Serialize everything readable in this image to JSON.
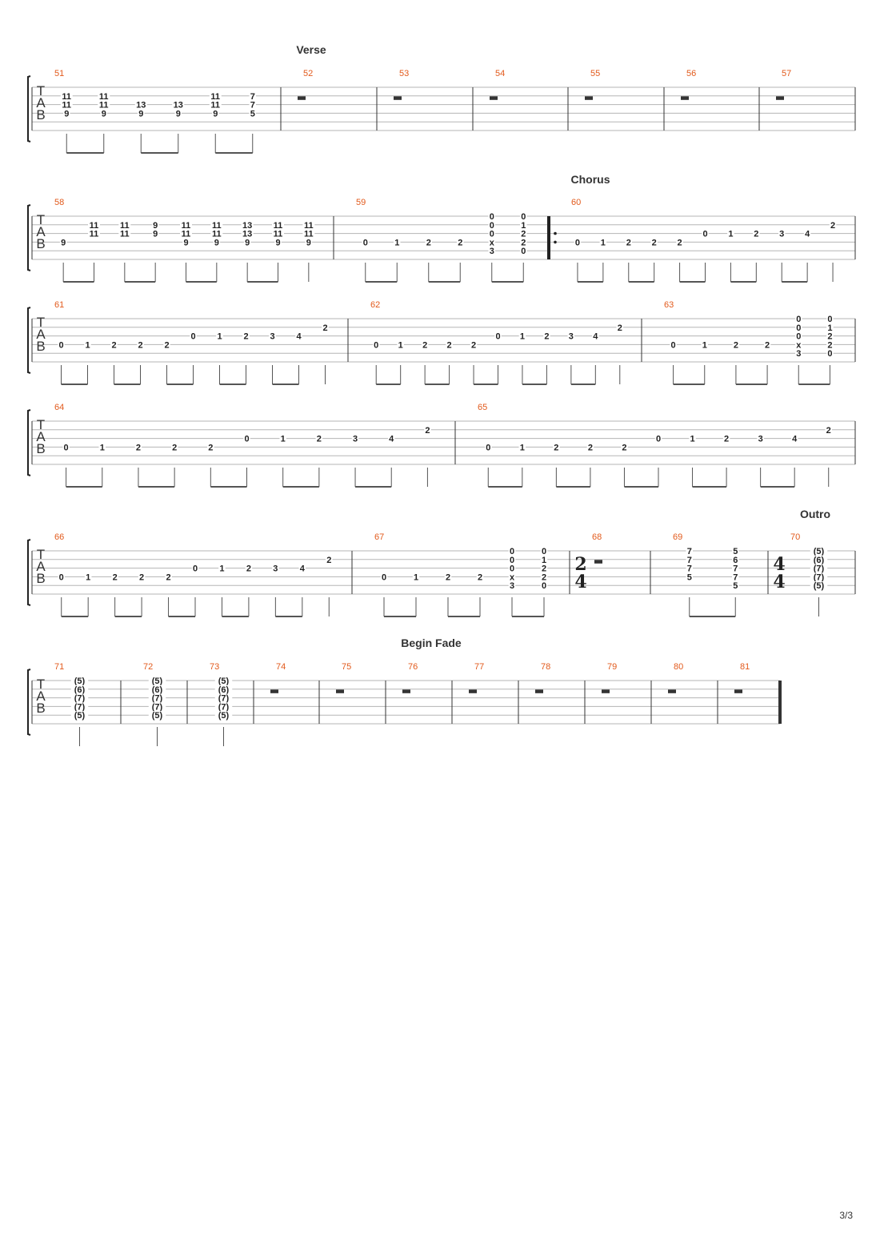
{
  "tab_letters": [
    "T",
    "A",
    "B"
  ],
  "colors": {
    "staff_line": "#b5b5b5",
    "ink": "#222222",
    "measure_number": "#e25a1c"
  },
  "sections": [
    "Verse",
    "Chorus",
    "Outro",
    "Begin Fade"
  ],
  "page_number": "3/3",
  "systems": [
    {
      "section": "Verse",
      "measures": [
        {
          "number": "51",
          "notes": [
            {
              "string": 2,
              "fret": "11"
            },
            {
              "string": 3,
              "fret": "11"
            },
            {
              "string": 4,
              "fret": "9"
            },
            {
              "string": 2,
              "fret": "11"
            },
            {
              "string": 3,
              "fret": "11"
            },
            {
              "string": 4,
              "fret": "9"
            },
            {
              "string": 3,
              "fret": "13"
            },
            {
              "string": 4,
              "fret": "9"
            },
            {
              "string": 3,
              "fret": "13"
            },
            {
              "string": 4,
              "fret": "9"
            },
            {
              "string": 2,
              "fret": "11"
            },
            {
              "string": 3,
              "fret": "11"
            },
            {
              "string": 4,
              "fret": "9"
            },
            {
              "string": 2,
              "fret": "7"
            },
            {
              "string": 3,
              "fret": "7"
            },
            {
              "string": 4,
              "fret": "5"
            }
          ]
        },
        {
          "number": "52",
          "rest": true
        },
        {
          "number": "53",
          "rest": true
        },
        {
          "number": "54",
          "rest": true
        },
        {
          "number": "55",
          "rest": true
        },
        {
          "number": "56",
          "rest": true
        },
        {
          "number": "57",
          "rest": true
        }
      ]
    },
    {
      "section": "Chorus",
      "measures": [
        {
          "number": "58",
          "notes": [
            {
              "string": 4,
              "fret": "9"
            },
            {
              "string": 2,
              "fret": "11"
            },
            {
              "string": 3,
              "fret": "11"
            },
            {
              "string": 2,
              "fret": "11"
            },
            {
              "string": 3,
              "fret": "11"
            },
            {
              "string": 2,
              "fret": "9"
            },
            {
              "string": 3,
              "fret": "9"
            },
            {
              "string": 2,
              "fret": "11"
            },
            {
              "string": 3,
              "fret": "11"
            },
            {
              "string": 4,
              "fret": "9"
            },
            {
              "string": 2,
              "fret": "11"
            },
            {
              "string": 3,
              "fret": "11"
            },
            {
              "string": 4,
              "fret": "9"
            },
            {
              "string": 2,
              "fret": "13"
            },
            {
              "string": 3,
              "fret": "13"
            },
            {
              "string": 4,
              "fret": "9"
            },
            {
              "string": 2,
              "fret": "11"
            },
            {
              "string": 3,
              "fret": "11"
            },
            {
              "string": 4,
              "fret": "9"
            },
            {
              "string": 2,
              "fret": "11"
            },
            {
              "string": 3,
              "fret": "11"
            },
            {
              "string": 4,
              "fret": "9"
            }
          ]
        },
        {
          "number": "59",
          "notes": [
            {
              "string": 4,
              "fret": "0"
            },
            {
              "string": 4,
              "fret": "1"
            },
            {
              "string": 4,
              "fret": "2"
            },
            {
              "string": 4,
              "fret": "2"
            },
            {
              "string": 1,
              "fret": "0"
            },
            {
              "string": 2,
              "fret": "0"
            },
            {
              "string": 3,
              "fret": "0"
            },
            {
              "string": 4,
              "fret": "x"
            },
            {
              "string": 5,
              "fret": "3"
            },
            {
              "string": 1,
              "fret": "0"
            },
            {
              "string": 2,
              "fret": "1"
            },
            {
              "string": 3,
              "fret": "2"
            },
            {
              "string": 4,
              "fret": "2"
            },
            {
              "string": 5,
              "fret": "0"
            }
          ]
        },
        {
          "number": "60",
          "notes": [
            {
              "string": 4,
              "fret": "0"
            },
            {
              "string": 4,
              "fret": "1"
            },
            {
              "string": 4,
              "fret": "2"
            },
            {
              "string": 4,
              "fret": "2"
            },
            {
              "string": 4,
              "fret": "2"
            },
            {
              "string": 3,
              "fret": "0"
            },
            {
              "string": 3,
              "fret": "1"
            },
            {
              "string": 3,
              "fret": "2"
            },
            {
              "string": 3,
              "fret": "3"
            },
            {
              "string": 3,
              "fret": "4"
            },
            {
              "string": 2,
              "fret": "2"
            }
          ]
        }
      ]
    },
    {
      "measures": [
        {
          "number": "61",
          "notes": [
            {
              "string": 4,
              "fret": "0"
            },
            {
              "string": 4,
              "fret": "1"
            },
            {
              "string": 4,
              "fret": "2"
            },
            {
              "string": 4,
              "fret": "2"
            },
            {
              "string": 4,
              "fret": "2"
            },
            {
              "string": 3,
              "fret": "0"
            },
            {
              "string": 3,
              "fret": "1"
            },
            {
              "string": 3,
              "fret": "2"
            },
            {
              "string": 3,
              "fret": "3"
            },
            {
              "string": 3,
              "fret": "4"
            },
            {
              "string": 2,
              "fret": "2"
            }
          ]
        },
        {
          "number": "62",
          "notes": [
            {
              "string": 4,
              "fret": "0"
            },
            {
              "string": 4,
              "fret": "1"
            },
            {
              "string": 4,
              "fret": "2"
            },
            {
              "string": 4,
              "fret": "2"
            },
            {
              "string": 4,
              "fret": "2"
            },
            {
              "string": 3,
              "fret": "0"
            },
            {
              "string": 3,
              "fret": "1"
            },
            {
              "string": 3,
              "fret": "2"
            },
            {
              "string": 3,
              "fret": "3"
            },
            {
              "string": 3,
              "fret": "4"
            },
            {
              "string": 2,
              "fret": "2"
            }
          ]
        },
        {
          "number": "63",
          "notes": [
            {
              "string": 4,
              "fret": "0"
            },
            {
              "string": 4,
              "fret": "1"
            },
            {
              "string": 4,
              "fret": "2"
            },
            {
              "string": 4,
              "fret": "2"
            },
            {
              "string": 1,
              "fret": "0"
            },
            {
              "string": 2,
              "fret": "0"
            },
            {
              "string": 3,
              "fret": "0"
            },
            {
              "string": 4,
              "fret": "x"
            },
            {
              "string": 5,
              "fret": "3"
            },
            {
              "string": 1,
              "fret": "0"
            },
            {
              "string": 2,
              "fret": "1"
            },
            {
              "string": 3,
              "fret": "2"
            },
            {
              "string": 4,
              "fret": "2"
            },
            {
              "string": 5,
              "fret": "0"
            }
          ]
        }
      ]
    },
    {
      "measures": [
        {
          "number": "64",
          "notes": [
            {
              "string": 4,
              "fret": "0"
            },
            {
              "string": 4,
              "fret": "1"
            },
            {
              "string": 4,
              "fret": "2"
            },
            {
              "string": 4,
              "fret": "2"
            },
            {
              "string": 4,
              "fret": "2"
            },
            {
              "string": 3,
              "fret": "0"
            },
            {
              "string": 3,
              "fret": "1"
            },
            {
              "string": 3,
              "fret": "2"
            },
            {
              "string": 3,
              "fret": "3"
            },
            {
              "string": 3,
              "fret": "4"
            },
            {
              "string": 2,
              "fret": "2"
            }
          ]
        },
        {
          "number": "65",
          "notes": [
            {
              "string": 4,
              "fret": "0"
            },
            {
              "string": 4,
              "fret": "1"
            },
            {
              "string": 4,
              "fret": "2"
            },
            {
              "string": 4,
              "fret": "2"
            },
            {
              "string": 4,
              "fret": "2"
            },
            {
              "string": 3,
              "fret": "0"
            },
            {
              "string": 3,
              "fret": "1"
            },
            {
              "string": 3,
              "fret": "2"
            },
            {
              "string": 3,
              "fret": "3"
            },
            {
              "string": 3,
              "fret": "4"
            },
            {
              "string": 2,
              "fret": "2"
            }
          ]
        }
      ]
    },
    {
      "section": "Outro",
      "measures": [
        {
          "number": "66",
          "notes": [
            {
              "string": 4,
              "fret": "0"
            },
            {
              "string": 4,
              "fret": "1"
            },
            {
              "string": 4,
              "fret": "2"
            },
            {
              "string": 4,
              "fret": "2"
            },
            {
              "string": 4,
              "fret": "2"
            },
            {
              "string": 3,
              "fret": "0"
            },
            {
              "string": 3,
              "fret": "1"
            },
            {
              "string": 3,
              "fret": "2"
            },
            {
              "string": 3,
              "fret": "3"
            },
            {
              "string": 3,
              "fret": "4"
            },
            {
              "string": 2,
              "fret": "2"
            }
          ]
        },
        {
          "number": "67",
          "notes": [
            {
              "string": 4,
              "fret": "0"
            },
            {
              "string": 4,
              "fret": "1"
            },
            {
              "string": 4,
              "fret": "2"
            },
            {
              "string": 4,
              "fret": "2"
            },
            {
              "string": 1,
              "fret": "0"
            },
            {
              "string": 2,
              "fret": "0"
            },
            {
              "string": 3,
              "fret": "0"
            },
            {
              "string": 4,
              "fret": "x"
            },
            {
              "string": 5,
              "fret": "3"
            },
            {
              "string": 1,
              "fret": "0"
            },
            {
              "string": 2,
              "fret": "1"
            },
            {
              "string": 3,
              "fret": "2"
            },
            {
              "string": 4,
              "fret": "2"
            },
            {
              "string": 5,
              "fret": "0"
            }
          ]
        },
        {
          "number": "68",
          "time_signature": [
            "2",
            "4"
          ],
          "rest": true
        },
        {
          "number": "69",
          "notes": [
            {
              "string": 1,
              "fret": "7"
            },
            {
              "string": 2,
              "fret": "7"
            },
            {
              "string": 3,
              "fret": "7"
            },
            {
              "string": 4,
              "fret": "5"
            },
            {
              "string": 1,
              "fret": "5"
            },
            {
              "string": 2,
              "fret": "6"
            },
            {
              "string": 3,
              "fret": "7"
            },
            {
              "string": 4,
              "fret": "7"
            },
            {
              "string": 5,
              "fret": "5"
            }
          ]
        },
        {
          "number": "70",
          "time_signature": [
            "4",
            "4"
          ],
          "notes": [
            {
              "string": 1,
              "fret": "(5)"
            },
            {
              "string": 2,
              "fret": "(6)"
            },
            {
              "string": 3,
              "fret": "(7)"
            },
            {
              "string": 4,
              "fret": "(7)"
            },
            {
              "string": 5,
              "fret": "(5)"
            }
          ]
        }
      ]
    },
    {
      "section": "Begin Fade",
      "measures": [
        {
          "number": "71",
          "notes": [
            {
              "string": 1,
              "fret": "(5)"
            },
            {
              "string": 2,
              "fret": "(6)"
            },
            {
              "string": 3,
              "fret": "(7)"
            },
            {
              "string": 4,
              "fret": "(7)"
            },
            {
              "string": 5,
              "fret": "(5)"
            }
          ]
        },
        {
          "number": "72",
          "notes": [
            {
              "string": 1,
              "fret": "(5)"
            },
            {
              "string": 2,
              "fret": "(6)"
            },
            {
              "string": 3,
              "fret": "(7)"
            },
            {
              "string": 4,
              "fret": "(7)"
            },
            {
              "string": 5,
              "fret": "(5)"
            }
          ]
        },
        {
          "number": "73",
          "notes": [
            {
              "string": 1,
              "fret": "(5)"
            },
            {
              "string": 2,
              "fret": "(6)"
            },
            {
              "string": 3,
              "fret": "(7)"
            },
            {
              "string": 4,
              "fret": "(7)"
            },
            {
              "string": 5,
              "fret": "(5)"
            }
          ]
        },
        {
          "number": "74",
          "rest": true
        },
        {
          "number": "75",
          "rest": true
        },
        {
          "number": "76",
          "rest": true
        },
        {
          "number": "77",
          "rest": true
        },
        {
          "number": "78",
          "rest": true
        },
        {
          "number": "79",
          "rest": true
        },
        {
          "number": "80",
          "rest": true
        },
        {
          "number": "81",
          "rest": true
        }
      ]
    }
  ]
}
